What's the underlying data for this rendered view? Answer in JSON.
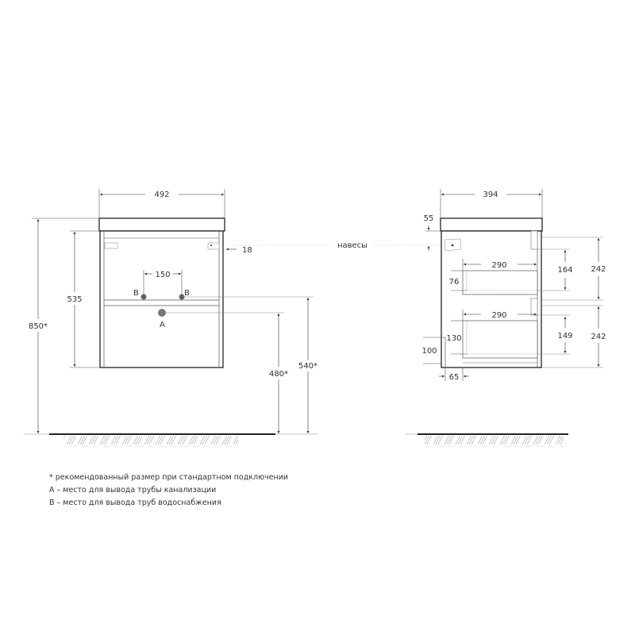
{
  "front_view": {
    "width_label": "492",
    "height_total_label": "850*",
    "body_height_label": "535",
    "hinge_offset_label": "18",
    "pipe_spacing_label": "150",
    "point_b_left": "B",
    "point_b_right": "B",
    "point_a": "A",
    "drain_height_label": "480*",
    "water_height_label": "540*"
  },
  "hinge_label": "навесы",
  "side_view": {
    "depth_label": "394",
    "top_thickness_label": "55",
    "drawer1_depth_label": "290",
    "drawer1_height_label": "76",
    "drawer1_inner_label": "164",
    "drawer1_front_label": "242",
    "drawer2_depth_label": "290",
    "drawer2_height_label": "130",
    "drawer2_inner_label": "149",
    "drawer2_front_label": "242",
    "plinth_height_label": "100",
    "plinth_depth_label": "65"
  },
  "notes": [
    "* рекомендованный размер при стандартном подключении",
    "А – место для вывода трубы канализации",
    "В – место для вывода труб водоснабжения"
  ]
}
